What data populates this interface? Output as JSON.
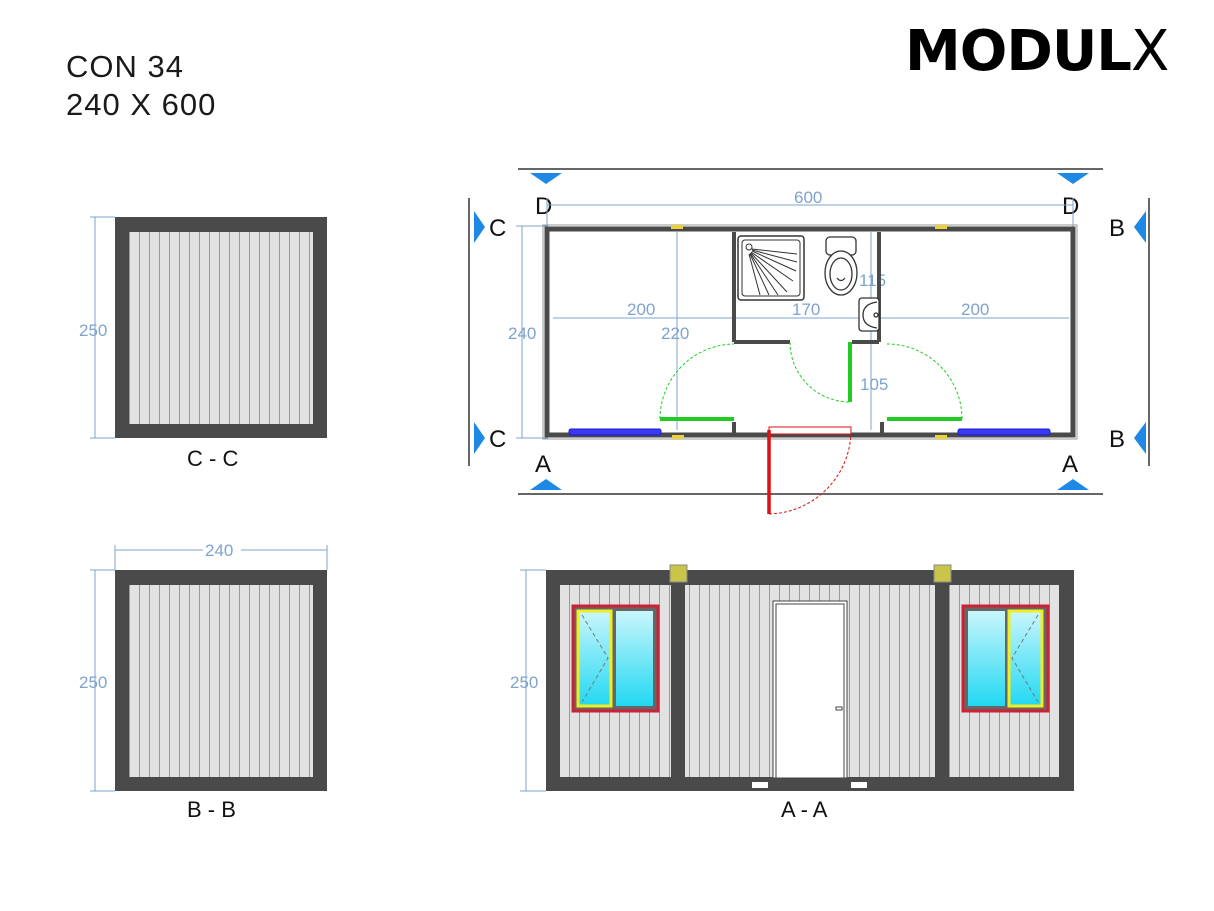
{
  "header": {
    "model": "CON 34",
    "size": "240 X 600",
    "logo_main": "MODUL",
    "logo_accent": "X"
  },
  "plan": {
    "name": "floor-plan",
    "overall_length": "600",
    "overall_width": "240",
    "left_room_length": "200",
    "middle_length": "170",
    "right_room_length": "200",
    "door_offset": "220",
    "wc_depth": "115",
    "corridor_depth": "105",
    "section_markers": {
      "top_left": "D",
      "top_right": "D",
      "left_top": "C",
      "left_bottom": "C",
      "right_top": "B",
      "right_bottom": "B",
      "bottom_left": "A",
      "bottom_right": "A"
    },
    "fixtures": [
      "shower-tray",
      "toilet",
      "washbasin"
    ]
  },
  "sections": {
    "cc": {
      "label": "C - C",
      "height": "250"
    },
    "bb": {
      "label": "B - B",
      "height": "250",
      "width": "240"
    },
    "aa": {
      "label": "A - A",
      "height": "250"
    }
  },
  "colors": {
    "wall": "#4a4a4a",
    "panel": "#dcdcdc",
    "dimension": "#7fa3cc",
    "marker": "#1e88e5",
    "door_green": "#22cc22",
    "door_red": "#dd1111",
    "window_blue": "#1a1adf",
    "glass": "#33ddf5",
    "window_frame": "#cc2233",
    "sash": "#eeee22"
  }
}
